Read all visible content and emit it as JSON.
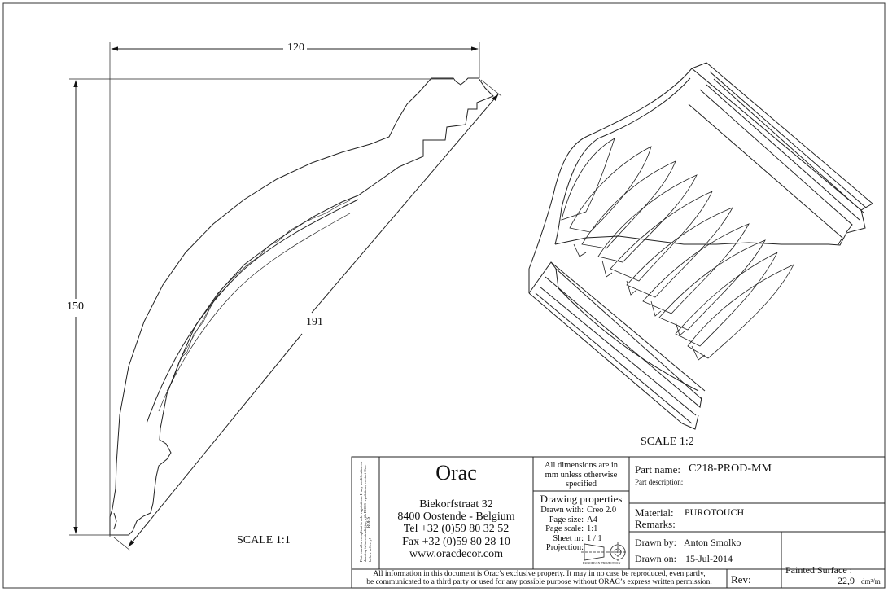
{
  "drawing": {
    "dim_width": "120",
    "dim_height": "150",
    "dim_diagonal": "191",
    "scale_section": "SCALE  1:1",
    "scale_iso": "SCALE  1:2"
  },
  "title_block": {
    "side_note": "Parts must be compliant to rohs regulations. If any modification on drawing is in contradiction with ROHS regulations, contact Orac before delivery!",
    "side_note_label": "ROHS",
    "company": "Orac",
    "address_street": "Biekorfstraat 32",
    "address_city": "8400 Oostende - Belgium",
    "tel": "Tel   +32 (0)59 80 32 52",
    "fax": "Fax   +32 (0)59 80 28 10",
    "website": "www.oracdecor.com",
    "dimensions_note": "All dimensions are in mm unless otherwise specified",
    "drawing_properties_heading": "Drawing properties",
    "props": [
      {
        "label": "Drawn with:",
        "value": "Creo 2.0"
      },
      {
        "label": "Page size:",
        "value": "A4"
      },
      {
        "label": "Page scale:",
        "value": "1:1"
      },
      {
        "label": "Sheet nr:",
        "value": "1 / 1"
      },
      {
        "label": "Projection:",
        "value": ""
      }
    ],
    "projection_caption": "EUROPEAN PROJECTION",
    "part_name_label": "Part name:",
    "part_name": "C218-PROD-MM",
    "part_description_label": "Part description:",
    "material_label": "Material:",
    "material": "PUROTOUCH",
    "remarks_label": "Remarks:",
    "drawn_by_label": "Drawn by:",
    "drawn_by": "Anton Smolko",
    "drawn_on_label": "Drawn on:",
    "drawn_on": "15-Jul-2014",
    "disclaimer_line1": "All information in this document is Orac’s exclusive property.  It may in no case be reproduced, even partly,",
    "disclaimer_line2": "be communicated to a third party or used for any possible purpose without ORAC’s express written permission.",
    "rev_label": "Rev:",
    "painted_surface_label": "Painted Surface :",
    "painted_surface_value": "22,9",
    "painted_surface_unit": "dm²/m"
  }
}
